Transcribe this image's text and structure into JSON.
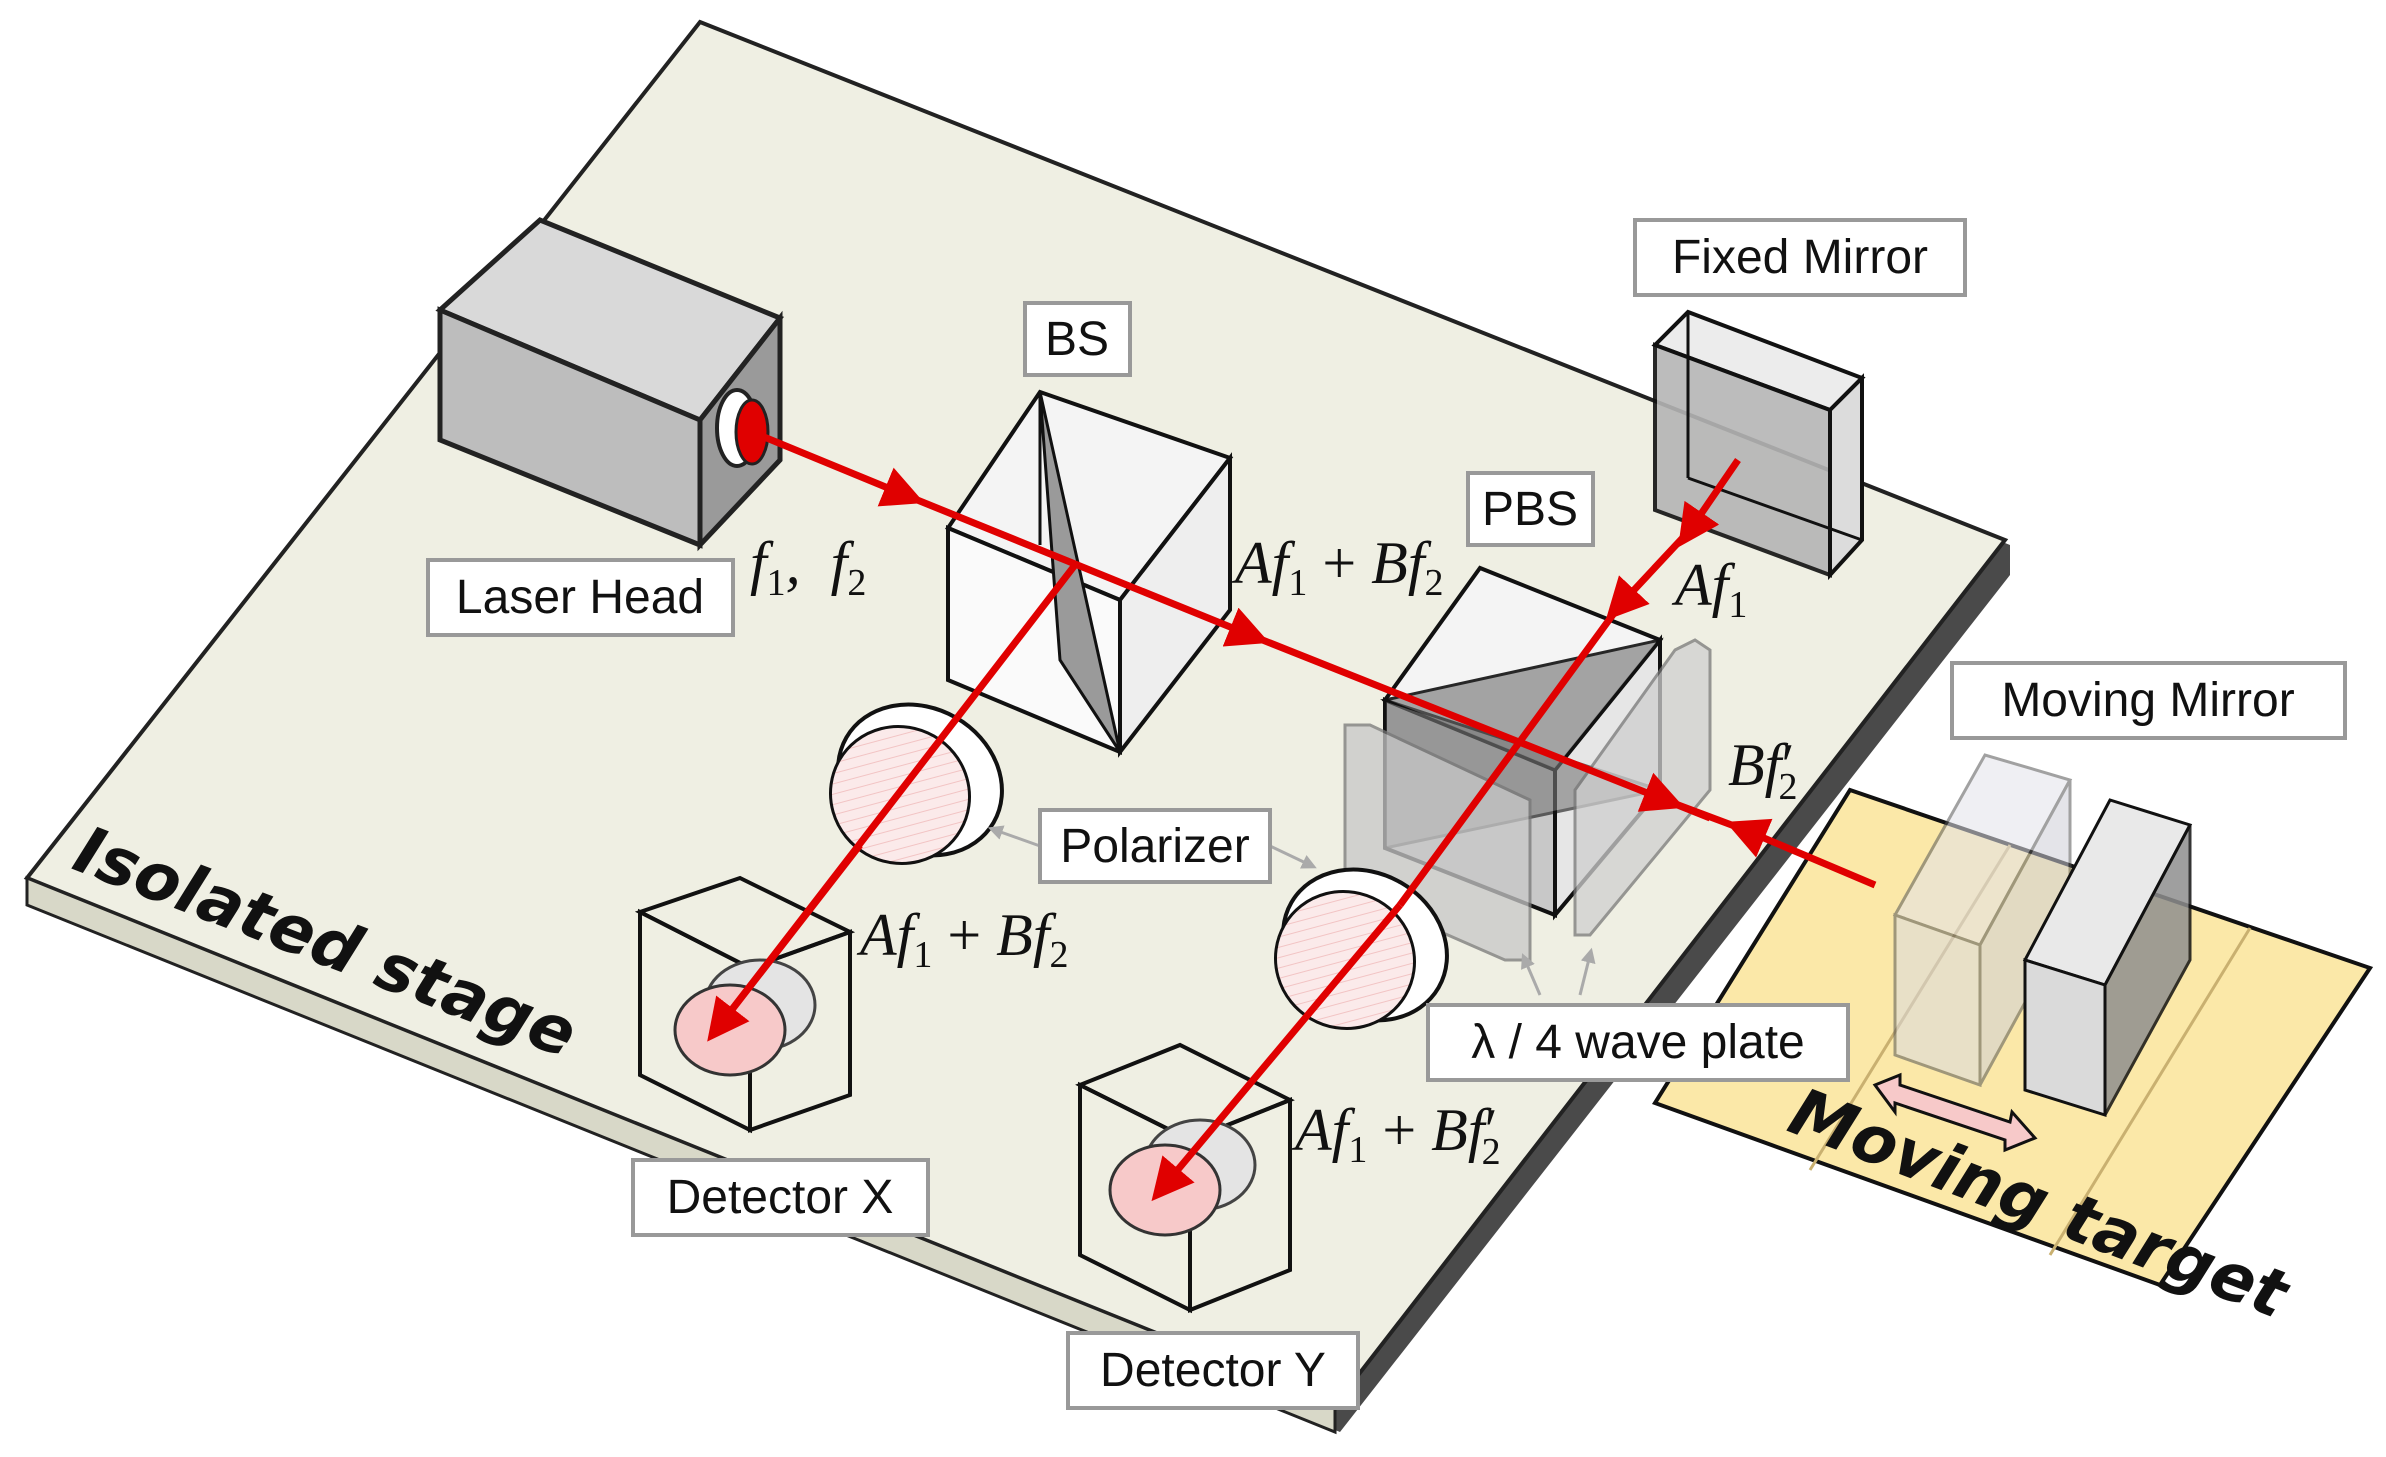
{
  "labels": {
    "laser_head": "Laser Head",
    "bs": "BS",
    "pbs": "PBS",
    "fixed_mirror": "Fixed Mirror",
    "moving_mirror": "Moving Mirror",
    "polarizer": "Polarizer",
    "wave_plate": "λ / 4 wave plate",
    "detector_x": "Detector X",
    "detector_y": "Detector Y",
    "isolated_stage": "Isolated stage",
    "moving_target": "Moving target"
  },
  "equations": {
    "laser_out": "f1,  f2",
    "bs_to_pbs": "Af1 + Bf2",
    "fixed_arm": "Af1",
    "moving_arm": "Bf′2",
    "detector_x_signal": "Af1 + Bf2",
    "detector_y_signal": "Af1 + Bf′2"
  },
  "colors": {
    "beam": "#e00000",
    "stage": "#efefe3",
    "target_area": "#fbe8a8",
    "device_gray": "#b9b9b9",
    "detector_pink": "#f7c9c9"
  }
}
